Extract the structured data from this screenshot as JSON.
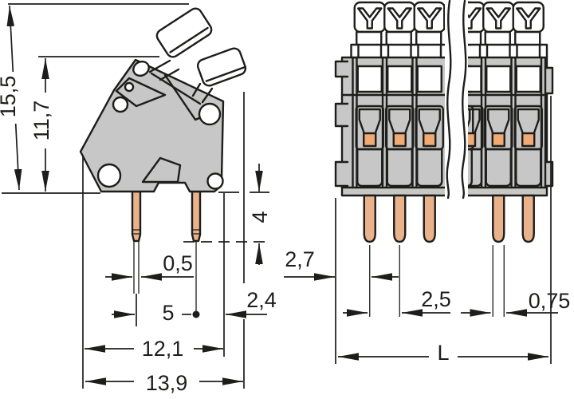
{
  "dim_labels": {
    "d15_5": "15,5",
    "d11_7": "11,7",
    "d0_5": "0,5",
    "d5": "5",
    "d12_1": "12,1",
    "d13_9": "13,9",
    "d4": "4",
    "d2_4": "2,4",
    "d2_7": "2,7",
    "d2_5": "2,5",
    "d0_75": "0,75",
    "dL": "L"
  },
  "colors": {
    "background": "#ffffff",
    "line": "#1d1d1b",
    "housing_gray": "#c6c7c6",
    "lever_white": "#ffffff",
    "copper": "#e9b28b",
    "orange_pad": "#f0aa72"
  }
}
